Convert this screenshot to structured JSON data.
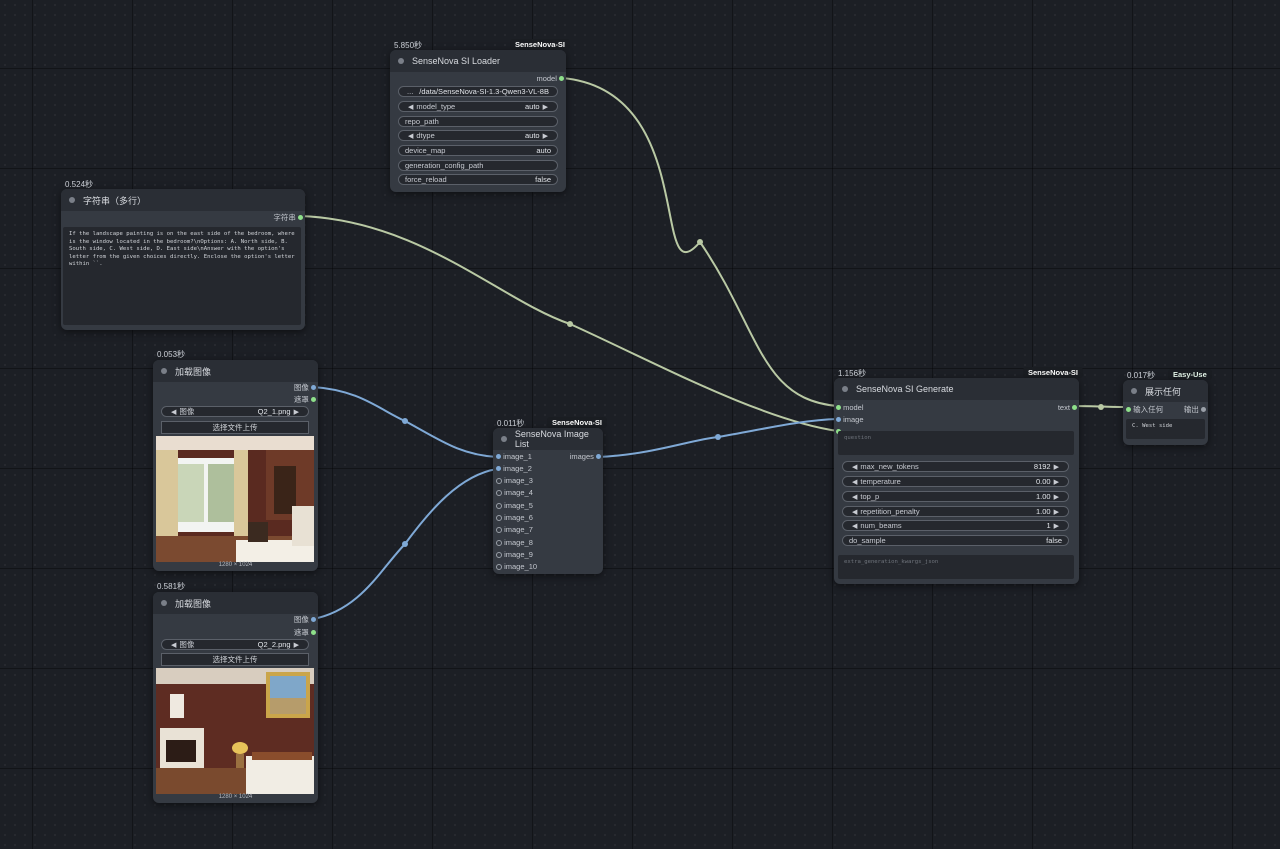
{
  "loader": {
    "time": "5.850秒",
    "tag": "SenseNova-SI",
    "title": "SenseNova SI Loader",
    "output": "model",
    "model_path": "/data/SenseNova-SI-1.3-Qwen3-VL-8B",
    "model_path_prefix": "...",
    "fields": [
      {
        "label": "model_type",
        "value": "auto"
      },
      {
        "label": "repo_path",
        "value": ""
      },
      {
        "label": "dtype",
        "value": "auto"
      },
      {
        "label": "device_map",
        "value": "auto"
      },
      {
        "label": "generation_config_path",
        "value": ""
      },
      {
        "label": "force_reload",
        "value": "false"
      }
    ]
  },
  "string_node": {
    "time": "0.524秒",
    "title": "字符串（多行）",
    "output": "字符串",
    "text": "If the landscape painting is on the east side of the bedroom, where is the window located in the bedroom?\\nOptions: A. North side, B. South side, C. West side, D. East side\\nAnswer with the option's letter from the given choices directly. Enclose the option's letter within ``."
  },
  "load_image_1": {
    "time": "0.053秒",
    "title": "加载图像",
    "out_image": "图像",
    "out_mask": "遮罩",
    "image_label": "图像",
    "image_value": "Q2_1.png",
    "upload": "选择文件上传",
    "dims": "1280 × 1024"
  },
  "load_image_2": {
    "time": "0.581秒",
    "title": "加载图像",
    "out_image": "图像",
    "out_mask": "遮罩",
    "image_label": "图像",
    "image_value": "Q2_2.png",
    "upload": "选择文件上传",
    "dims": "1280 × 1024"
  },
  "image_list": {
    "time": "0.011秒",
    "tag": "SenseNova-SI",
    "title": "SenseNova Image List",
    "output": "images",
    "inputs": [
      "image_1",
      "image_2",
      "image_3",
      "image_4",
      "image_5",
      "image_6",
      "image_7",
      "image_8",
      "image_9",
      "image_10"
    ]
  },
  "generate": {
    "time": "1.156秒",
    "tag": "SenseNova-SI",
    "title": "SenseNova SI Generate",
    "inputs": [
      "model",
      "image"
    ],
    "output": "text",
    "question_placeholder": "question",
    "fields": [
      {
        "label": "max_new_tokens",
        "value": "8192"
      },
      {
        "label": "temperature",
        "value": "0.00"
      },
      {
        "label": "top_p",
        "value": "1.00"
      },
      {
        "label": "repetition_penalty",
        "value": "1.00"
      },
      {
        "label": "num_beams",
        "value": "1"
      },
      {
        "label": "do_sample",
        "value": "false"
      }
    ],
    "extra_placeholder": "extra_generation_kwargs_json"
  },
  "show_any": {
    "time": "0.017秒",
    "tag": "Easy-Use",
    "title": "展示任何",
    "input": "输入任何",
    "output": "输出",
    "text": "C. West side"
  }
}
